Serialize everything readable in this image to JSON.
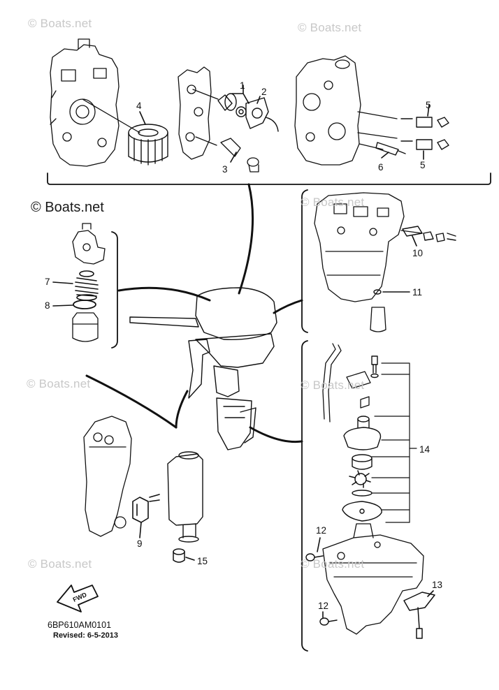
{
  "watermarks": {
    "faint": "© Boats.net",
    "dark": "© Boats.net"
  },
  "callouts": [
    "1",
    "2",
    "3",
    "4",
    "5",
    "5",
    "6",
    "7",
    "8",
    "9",
    "10",
    "11",
    "12",
    "12",
    "13",
    "14",
    "15"
  ],
  "footer": {
    "doc_id": "6BP610AM0101",
    "revised": "Revised: 6-5-2013",
    "fwd_label": "FWD"
  }
}
